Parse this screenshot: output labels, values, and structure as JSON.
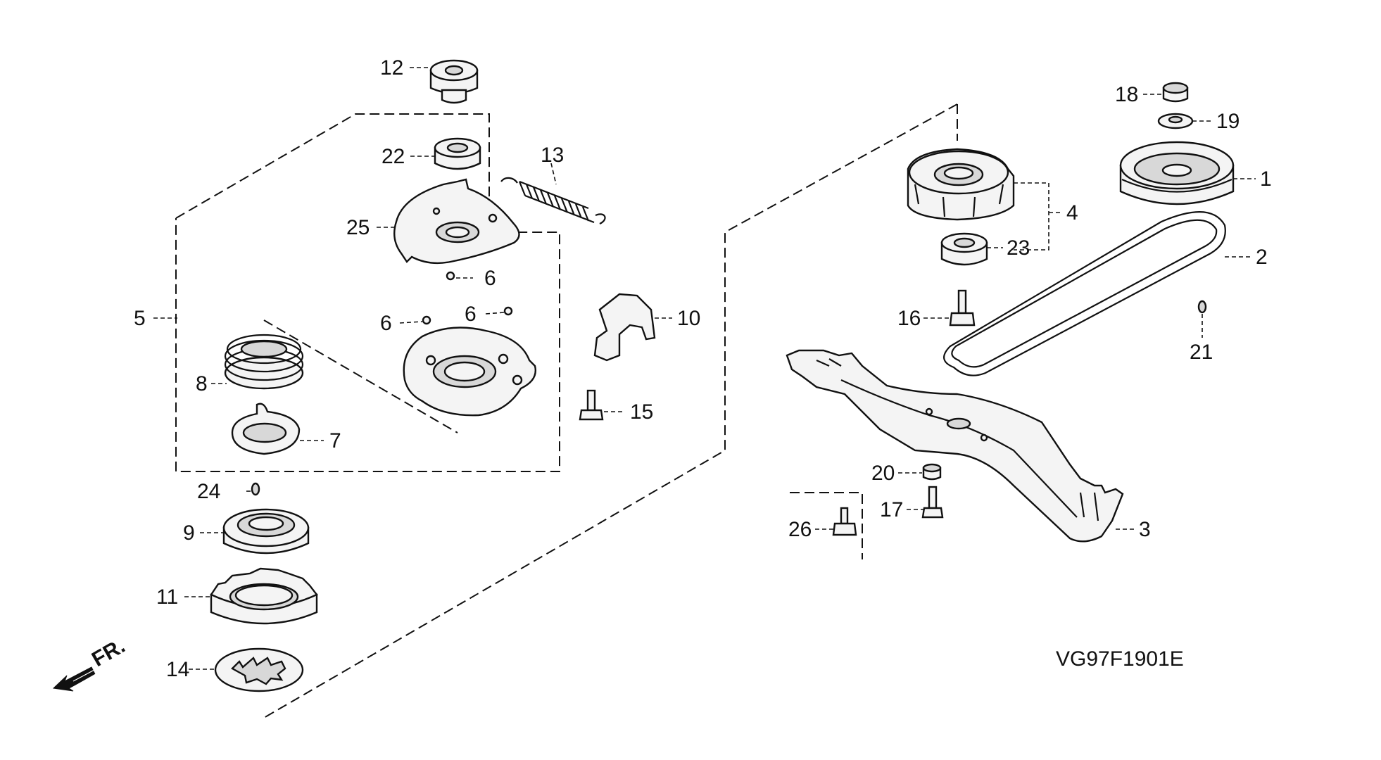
{
  "colors": {
    "line": "#111111",
    "background": "#ffffff"
  },
  "callouts": {
    "c1": "1",
    "c2": "2",
    "c3": "3",
    "c4": "4",
    "c5": "5",
    "c6": "6",
    "c7": "7",
    "c8": "8",
    "c9": "9",
    "c10": "10",
    "c11": "11",
    "c12": "12",
    "c13": "13",
    "c14": "14",
    "c15": "15",
    "c16": "16",
    "c17": "17",
    "c18": "18",
    "c19": "19",
    "c20": "20",
    "c21": "21",
    "c22": "22",
    "c23": "23",
    "c24": "24",
    "c25": "25",
    "c26": "26"
  },
  "front_indicator": "FR.",
  "diagram_code": "VG97F1901E"
}
